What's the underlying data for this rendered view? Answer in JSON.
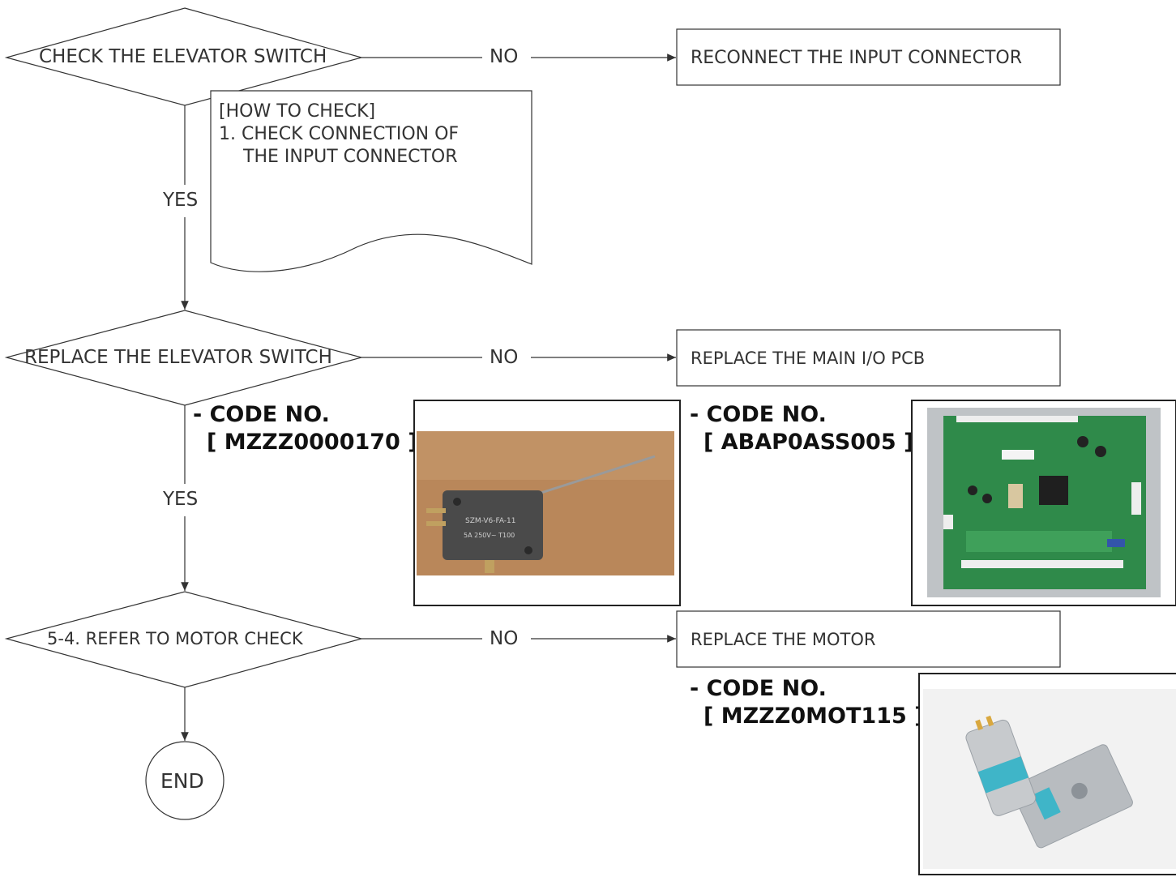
{
  "decisions": [
    {
      "label": "CHECK THE ELEVATOR SWITCH",
      "no": "NO",
      "yes": "YES",
      "action": "RECONNECT THE INPUT CONNECTOR"
    },
    {
      "label": "REPLACE THE ELEVATOR SWITCH",
      "no": "NO",
      "yes": "YES",
      "action": "REPLACE THE MAIN I/O PCB"
    },
    {
      "label": "5-4. REFER TO MOTOR CHECK",
      "no": "NO",
      "action": "REPLACE THE MOTOR"
    }
  ],
  "note": {
    "title": "[HOW TO CHECK]",
    "line1": "1. CHECK CONNECTION OF",
    "line2": "THE INPUT CONNECTOR"
  },
  "codes": [
    {
      "head": "- CODE NO.",
      "value": "[ MZZZ0000170 ]"
    },
    {
      "head": "- CODE NO.",
      "value": "[ ABAP0ASS005 ]"
    },
    {
      "head": "- CODE NO.",
      "value": "[ MZZZ0MOT115 ]"
    }
  ],
  "end_label": "END",
  "colors": {
    "line": "#333333",
    "pcb_green": "#2f8a4a",
    "wood": "#b9875a",
    "switch_body": "#4a4a4a"
  }
}
